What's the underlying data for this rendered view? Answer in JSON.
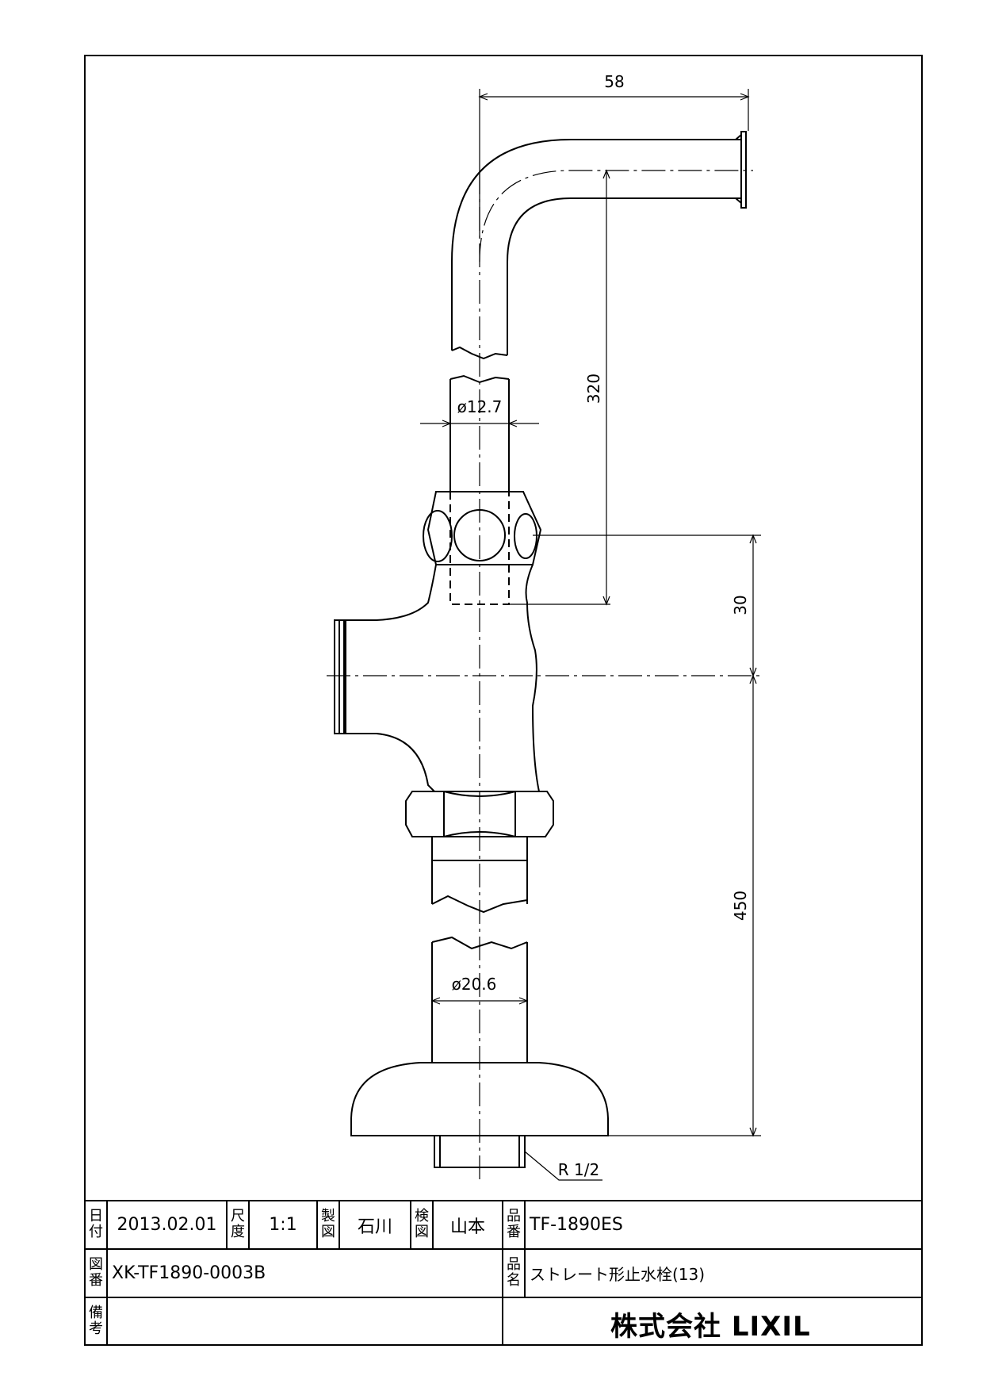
{
  "dimensions": {
    "top_width": "58",
    "pipe_diameter": "ø12.7",
    "riser_height": "320",
    "valve_offset": "30",
    "lower_height": "450",
    "body_diameter": "ø20.6",
    "thread": "R 1/2"
  },
  "title_block": {
    "date_label": [
      "日",
      "付"
    ],
    "date_value": "2013.02.01",
    "scale_label": [
      "尺",
      "度"
    ],
    "scale_value": "1:1",
    "drafter_label": [
      "製",
      "図"
    ],
    "drafter_value": "石川",
    "checker_label": [
      "検",
      "図"
    ],
    "checker_value": "山本",
    "part_no_label": [
      "品",
      "番"
    ],
    "part_no_value": "TF-1890ES",
    "drawing_no_label": [
      "図",
      "番"
    ],
    "drawing_no_value": "XK-TF1890-0003B",
    "part_name_label": [
      "品",
      "名"
    ],
    "part_name_value": "ストレート形止水栓(13)",
    "remarks_label": [
      "備",
      "考"
    ],
    "company": "株式会社 LIXIL"
  }
}
